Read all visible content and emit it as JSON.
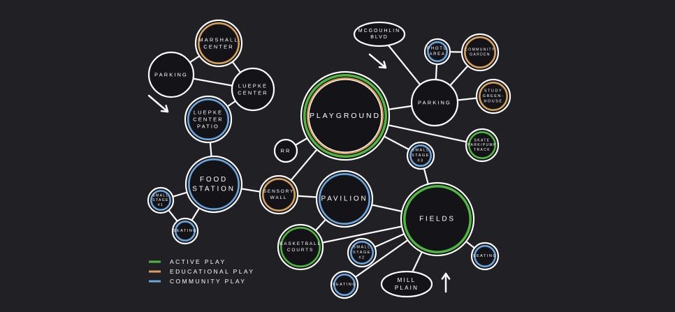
{
  "colors": {
    "background": "#202025",
    "node_fill": "#131318",
    "line": "#ffffff",
    "active": "#4fb83e",
    "educational": "#d6a05a",
    "community": "#6aa6dc"
  },
  "nodes": {
    "marshall_center": {
      "lines": [
        "MARSHALL",
        "CENTER"
      ],
      "categories": [
        "educational"
      ]
    },
    "parking_left": {
      "lines": [
        "PARKING"
      ],
      "categories": []
    },
    "luepke_center": {
      "lines": [
        "LUEPKE",
        "CENTER"
      ],
      "categories": []
    },
    "luepke_patio": {
      "lines": [
        "LUEPKE",
        "CENTER",
        "PATIO"
      ],
      "categories": [
        "community"
      ]
    },
    "food_station": {
      "lines": [
        "FOOD",
        "STATION"
      ],
      "categories": [
        "community"
      ]
    },
    "small_stage_1": {
      "lines": [
        "SMALL",
        "STAGE",
        "#1"
      ],
      "categories": [
        "community"
      ]
    },
    "seating_left": {
      "lines": [
        "SEATING"
      ],
      "categories": [
        "community"
      ]
    },
    "rr": {
      "lines": [
        "RR"
      ],
      "categories": []
    },
    "sensory_wall": {
      "lines": [
        "SENSORY",
        "WALL"
      ],
      "categories": [
        "educational"
      ]
    },
    "playground": {
      "lines": [
        "PLAYGROUND"
      ],
      "categories": [
        "active",
        "educational"
      ]
    },
    "pavilion": {
      "lines": [
        "PAVILION"
      ],
      "categories": [
        "community"
      ]
    },
    "basketball_courts": {
      "lines": [
        "BASKETBALL",
        "COURTS"
      ],
      "categories": [
        "active"
      ]
    },
    "small_stage_2": {
      "lines": [
        "SMALL",
        "STAGE",
        "#2"
      ],
      "categories": [
        "community"
      ]
    },
    "seating_bottom": {
      "lines": [
        "SEATING"
      ],
      "categories": [
        "community"
      ]
    },
    "mill_plain": {
      "lines": [
        "MILL",
        "PLAIN"
      ],
      "categories": []
    },
    "fields": {
      "lines": [
        "FIELDS"
      ],
      "categories": [
        "active"
      ]
    },
    "seating_right": {
      "lines": [
        "SEATING"
      ],
      "categories": [
        "community"
      ]
    },
    "small_stage_3": {
      "lines": [
        "SMALL",
        "STAGE",
        "#3"
      ],
      "categories": [
        "community"
      ]
    },
    "skate_park": {
      "lines": [
        "SKATE",
        "PARK/PUMP",
        "TRACK"
      ],
      "categories": [
        "active"
      ]
    },
    "parking_right": {
      "lines": [
        "PARKING"
      ],
      "categories": []
    },
    "mcgouhlin_blvd": {
      "lines": [
        "MCGOUHLIN",
        "BLVD"
      ],
      "categories": []
    },
    "photo_area": {
      "lines": [
        "PHOTO",
        "AREA"
      ],
      "categories": [
        "community"
      ]
    },
    "community_garden": {
      "lines": [
        "COMMUNITY",
        "GARDEN"
      ],
      "categories": [
        "educational"
      ]
    },
    "study_greenhouse": {
      "lines": [
        "STUDY",
        "GREEN-",
        "HOUSE"
      ],
      "categories": [
        "educational"
      ]
    }
  },
  "legend": [
    {
      "category": "active",
      "label": "ACTIVE PLAY"
    },
    {
      "category": "educational",
      "label": "EDUCATIONAL PLAY"
    },
    {
      "category": "community",
      "label": "COMMUNITY PLAY"
    }
  ]
}
